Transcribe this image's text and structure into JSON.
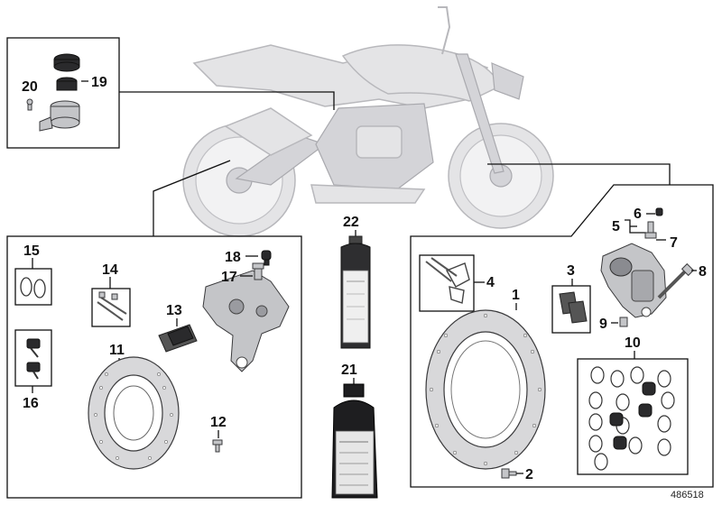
{
  "diagram_ref": "486518",
  "part_labels": {
    "p1": "1",
    "p2": "2",
    "p3": "3",
    "p4": "4",
    "p5": "5",
    "p6": "6",
    "p7": "7",
    "p8": "8",
    "p9": "9",
    "p10": "10",
    "p11": "11",
    "p12": "12",
    "p13": "13",
    "p14": "14",
    "p15": "15",
    "p16": "16",
    "p17": "17",
    "p18": "18",
    "p19": "19",
    "p20": "20",
    "p21": "21",
    "p22": "22"
  }
}
